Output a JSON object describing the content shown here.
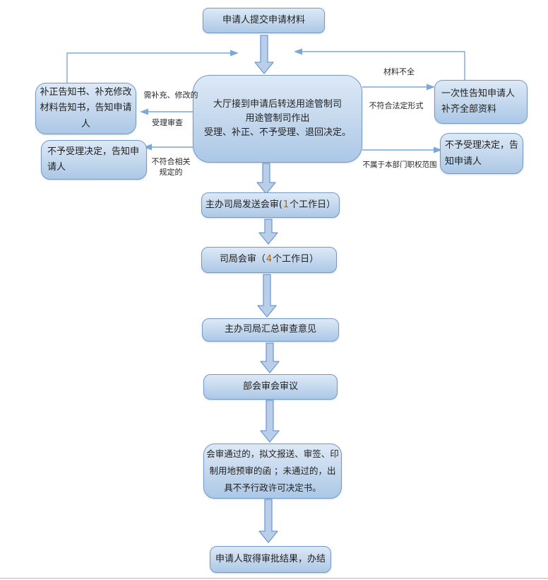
{
  "diagram": {
    "type": "flowchart",
    "colors": {
      "box_fill_top": "#dce9f7",
      "box_fill_bottom": "#abc8e7",
      "box_border": "#7599c7",
      "connector": "#7da7d9",
      "block_arrow_fill": "#b9cfe9",
      "block_arrow_border": "#6f9bd1",
      "text": "#1f1f1f",
      "number_accent": "#a5641f"
    },
    "nodes": {
      "start": "申请人提交申请材料",
      "center": "大厅接到申请后转送用途管制司\n用途管制司作出\n受理、补正、不予受理、退回决定。",
      "supplement_notice": "补正告知书、补充修改\n材料告知书，告知申请\n人",
      "reject_left": "不予受理决定，告知申\n请人",
      "onetime_notice": "一次性告知申请人\n补齐全部资料",
      "reject_right": "不予受理决定，告\n知申请人",
      "send_review": {
        "before": "主办司局发送会审(",
        "days": "1",
        "after": "个工作日）"
      },
      "bureau_review": {
        "before": "司局会审（",
        "days": "4",
        "after": "个工作日）"
      },
      "summary": "主办司局汇总审查意见",
      "ministry_meeting": "部会审会审议",
      "result_handling": "会审通过的，拟文报送、审签、印\n制用地预审的函 ；未通过的，出\n具不予行政许可决定书。",
      "finish": "申请人取得审批结果，办结"
    },
    "edge_labels": {
      "need_supplement": "需补充、修改的",
      "acceptance_review": "受理审查",
      "not_conform_regulations": "不符合相关\n规定的",
      "materials_incomplete": "材料不全",
      "not_legal_form": "不符合法定形式",
      "outside_authority": "不属于本部门职权范围"
    }
  }
}
